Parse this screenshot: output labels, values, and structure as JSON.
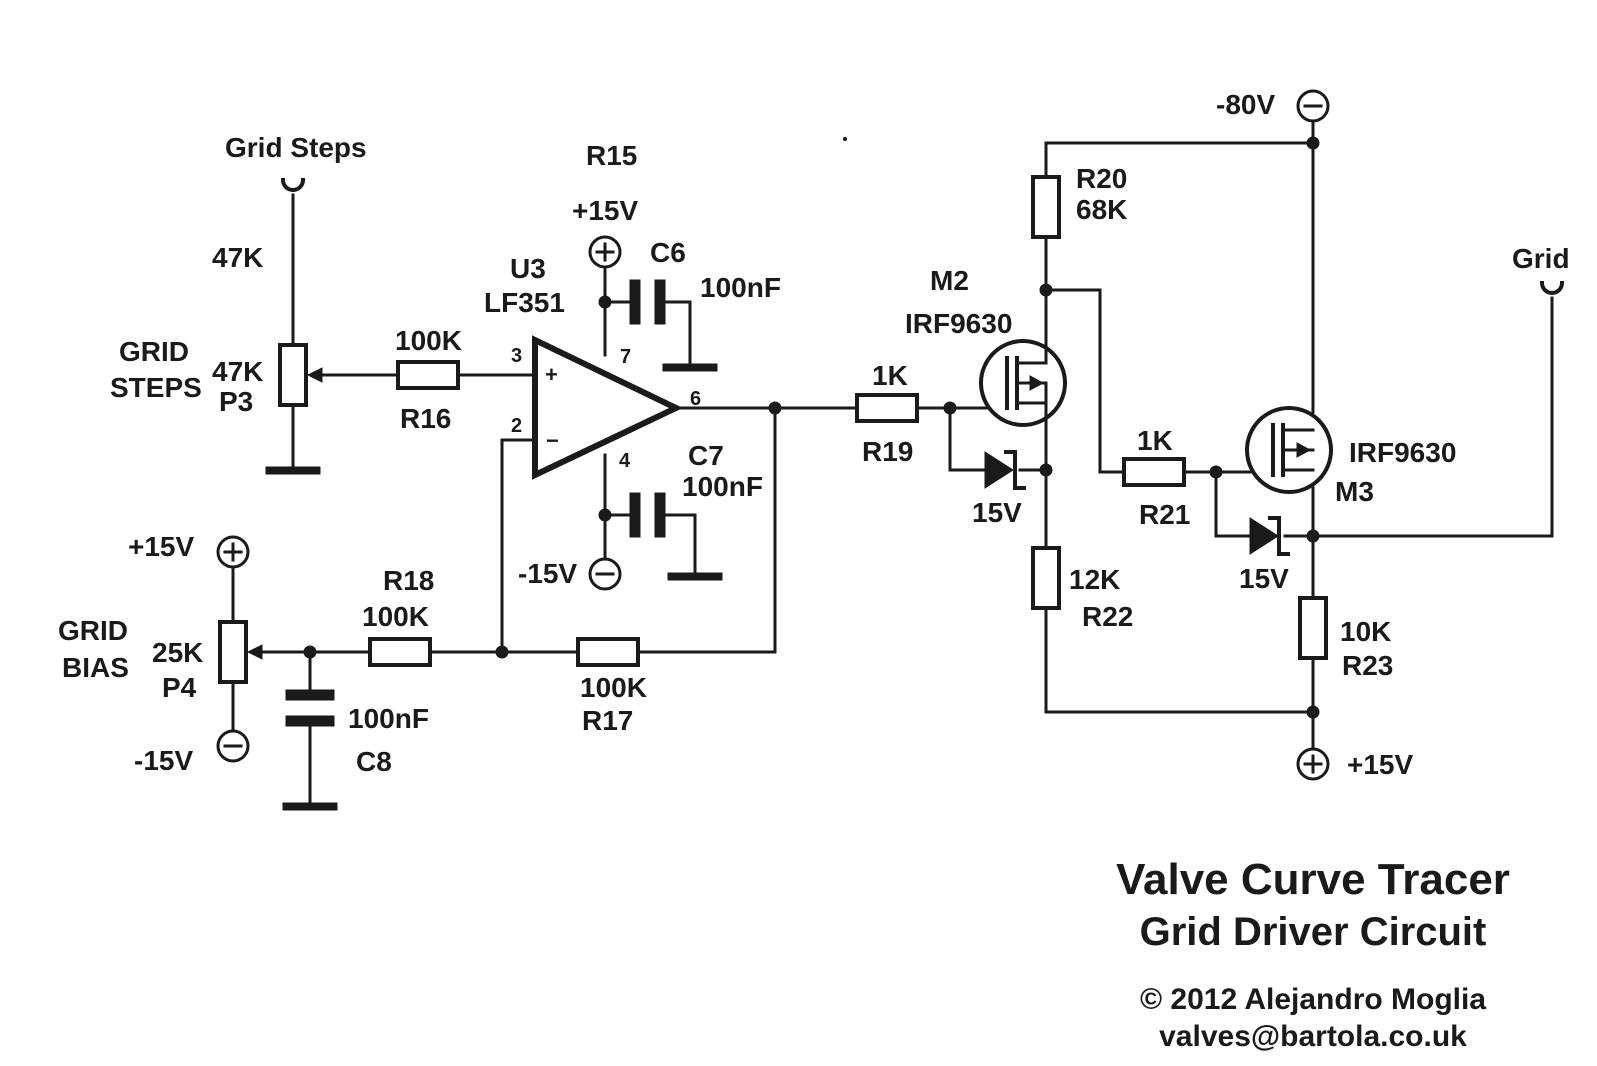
{
  "title": "Valve Curve Tracer",
  "subtitle": "Grid Driver Circuit",
  "copyright": "© 2012 Alejandro Moglia",
  "email": "valves@bartola.co.uk",
  "inputs": {
    "grid_steps": "Grid Steps",
    "grid_output": "Grid"
  },
  "supplies": {
    "plus15": "+15V",
    "minus15": "-15V",
    "minus80": "-80V"
  },
  "labels": {
    "grid_steps_pot_name_1": "GRID",
    "grid_steps_pot_name_2": "STEPS",
    "grid_bias_name_1": "GRID",
    "grid_bias_name_2": "BIAS",
    "r15": "R15",
    "r15_value": "47K",
    "p3_value": "47K",
    "p3": "P3",
    "p4_value": "25K",
    "p4": "P4",
    "r16_value": "100K",
    "r16": "R16",
    "r17_value": "100K",
    "r17": "R17",
    "r18": "R18",
    "r18_value": "100K",
    "r19_value": "1K",
    "r19": "R19",
    "r20": "R20",
    "r20_value": "68K",
    "r21_value": "1K",
    "r21": "R21",
    "r22_value": "12K",
    "r22": "R22",
    "r23_value": "10K",
    "r23": "R23",
    "c6": "C6",
    "c6_value": "100nF",
    "c7": "C7",
    "c7_value": "100nF",
    "c8_value": "100nF",
    "c8": "C8",
    "u3": "U3",
    "u3_part": "LF351",
    "m2": "M2",
    "m2_part": "IRF9630",
    "m3_part": "IRF9630",
    "m3": "M3",
    "zener1_value": "15V",
    "zener2_value": "15V",
    "pin3": "3",
    "pin2": "2",
    "pin7": "7",
    "pin4": "4",
    "pin6": "6",
    "plus_sign": "+",
    "minus_sign": "−"
  }
}
